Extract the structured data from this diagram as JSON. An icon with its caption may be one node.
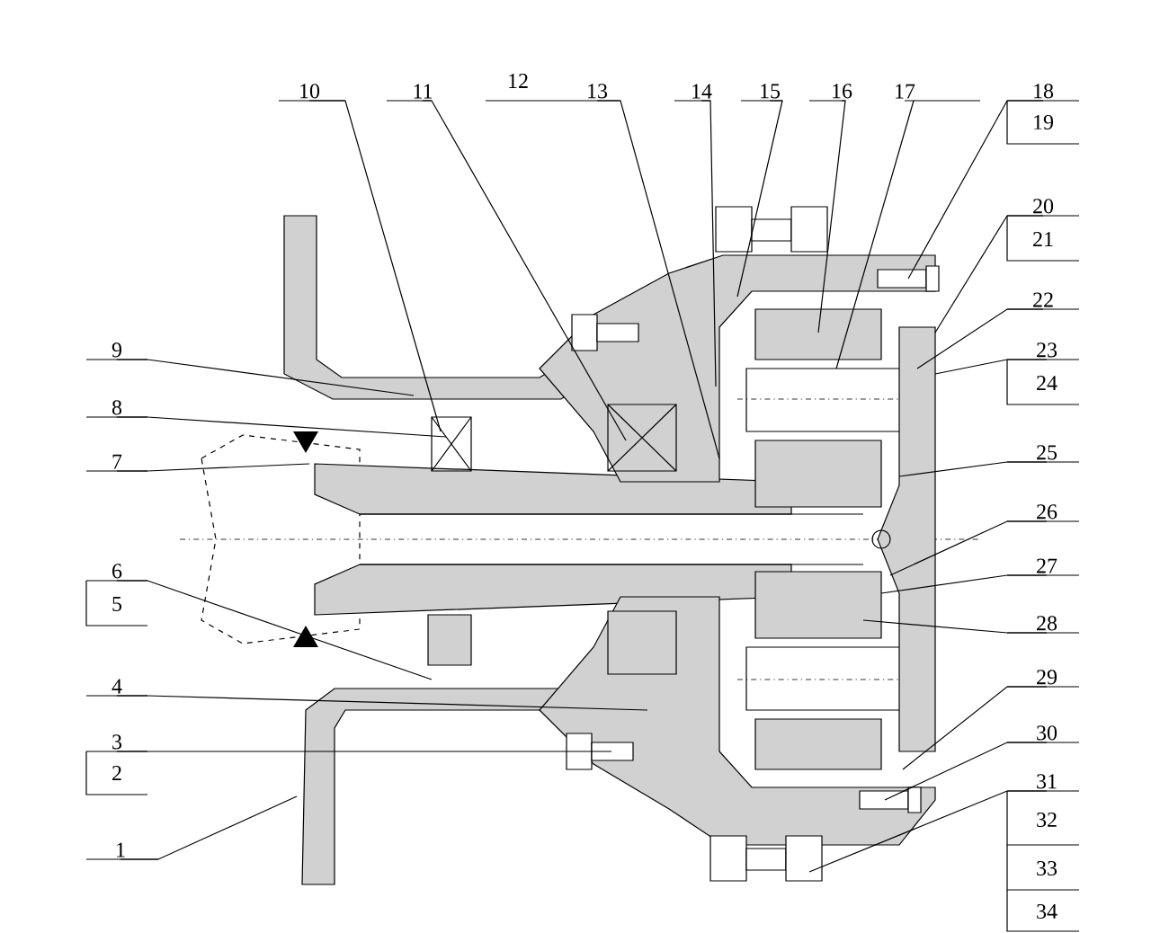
{
  "diagram": {
    "nodes": [
      {
        "text": [
          "1"
        ]
      },
      {
        "text": [
          "3"
        ]
      },
      {
        "text": [
          "4"
        ]
      },
      {
        "text": [
          "6"
        ]
      },
      {
        "text": [
          "7"
        ]
      },
      {
        "text": [
          "8"
        ]
      },
      {
        "text": [
          "9"
        ]
      },
      {
        "text": [
          "10"
        ]
      },
      {
        "text": [
          "11"
        ]
      },
      {
        "text": [
          "13"
        ]
      },
      {
        "text": [
          "14"
        ]
      },
      {
        "text": [
          "15"
        ]
      },
      {
        "text": [
          "16"
        ]
      },
      {
        "text": [
          "17"
        ]
      },
      {
        "text": [
          "18"
        ]
      },
      {
        "text": [
          "20"
        ]
      },
      {
        "text": [
          "22"
        ]
      },
      {
        "text": [
          "23"
        ]
      },
      {
        "text": [
          "25"
        ]
      },
      {
        "text": [
          "26"
        ]
      },
      {
        "text": [
          "27"
        ]
      },
      {
        "text": [
          "28"
        ]
      },
      {
        "text": [
          "29"
        ]
      },
      {
        "text": [
          "30"
        ]
      },
      {
        "text": [
          "31"
        ]
      }
    ],
    "edges": [
      {
        "from": 0,
        "to": null,
        "arrow": "none"
      },
      {
        "from": 1,
        "to": null,
        "arrow": "none"
      },
      {
        "from": 2,
        "to": null,
        "arrow": "none"
      },
      {
        "from": 3,
        "to": null,
        "arrow": "none"
      },
      {
        "from": 4,
        "to": null,
        "arrow": "none"
      },
      {
        "from": 5,
        "to": null,
        "arrow": "none"
      },
      {
        "from": 6,
        "to": null,
        "arrow": "none"
      },
      {
        "from": 7,
        "to": null,
        "arrow": "none"
      },
      {
        "from": 8,
        "to": null,
        "arrow": "none"
      },
      {
        "from": 9,
        "to": null,
        "arrow": "none"
      },
      {
        "from": 10,
        "to": null,
        "arrow": "none"
      },
      {
        "from": 11,
        "to": null,
        "arrow": "none"
      },
      {
        "from": 12,
        "to": null,
        "arrow": "none"
      },
      {
        "from": 13,
        "to": null,
        "arrow": "none"
      },
      {
        "from": 14,
        "to": null,
        "arrow": "none"
      },
      {
        "from": 15,
        "to": null,
        "arrow": "none"
      },
      {
        "from": 16,
        "to": null,
        "arrow": "none"
      },
      {
        "from": 17,
        "to": null,
        "arrow": "none"
      },
      {
        "from": 18,
        "to": null,
        "arrow": "none"
      },
      {
        "from": 19,
        "to": null,
        "arrow": "none"
      },
      {
        "from": 20,
        "to": null,
        "arrow": "none"
      },
      {
        "from": 21,
        "to": null,
        "arrow": "none"
      },
      {
        "from": 22,
        "to": null,
        "arrow": "none"
      },
      {
        "from": 23,
        "to": null,
        "arrow": "none"
      },
      {
        "from": 24,
        "to": null,
        "arrow": "none"
      }
    ],
    "labels": [
      "12",
      "19",
      "21",
      "24",
      "5",
      "2",
      "32",
      "33",
      "34"
    ]
  }
}
